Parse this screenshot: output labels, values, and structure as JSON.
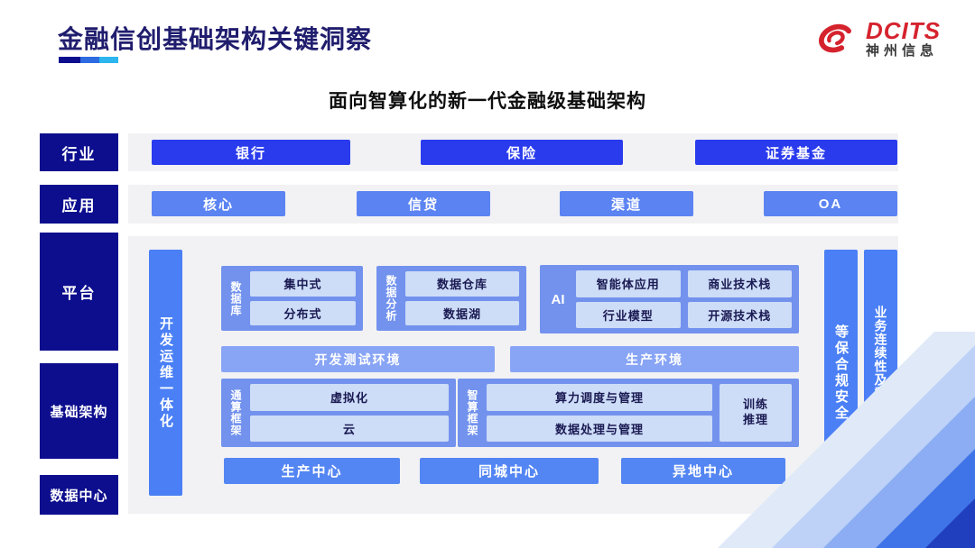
{
  "header": {
    "title": "金融信创基础架构关键洞察",
    "logo": {
      "brand": "DCITS",
      "subbrand": "神州信息"
    },
    "subtitle": "面向智算化的新一代金融级基础架构"
  },
  "palette": {
    "navy_label": "#0d0e8e",
    "strong_blue": "#2a3bee",
    "medium_blue": "#5b83f2",
    "bar_blue": "#4a7ff5",
    "block_blue": "#7292ee",
    "env_blue": "#88a4f5",
    "chip_light": "#cddcf7",
    "panel_gray": "#f2f2f4",
    "brand_red": "#d5232e",
    "title_navy": "#201d6e"
  },
  "rows": {
    "industry": {
      "label": "行业",
      "items": [
        "银行",
        "保险",
        "证券基金"
      ]
    },
    "application": {
      "label": "应用",
      "items": [
        "核心",
        "信贷",
        "渠道",
        "OA"
      ]
    },
    "platform": {
      "label": "平台"
    },
    "infrastructure": {
      "label": "基础架构"
    },
    "datacenter": {
      "label": "数据中心",
      "items": [
        "生产中心",
        "同城中心",
        "异地中心"
      ]
    }
  },
  "verticals": {
    "devops": "开发运维一体化",
    "security": "等保合规安全",
    "continuity": "业务连续性及数据保护"
  },
  "blocks": {
    "database": {
      "label": "数据库",
      "items": [
        "集中式",
        "分布式"
      ]
    },
    "analytics": {
      "label": "数据分析",
      "items": [
        "数据仓库",
        "数据湖"
      ]
    },
    "ai": {
      "label": "AI",
      "items": [
        "智能体应用",
        "行业模型",
        "商业技术栈",
        "开源技术栈"
      ]
    },
    "environments": [
      "开发测试环境",
      "生产环境"
    ],
    "general": {
      "label": "通算框架",
      "items": [
        "虚拟化",
        "云"
      ]
    },
    "intelligent": {
      "label": "智算框架",
      "items": [
        "算力调度与管理",
        "数据处理与管理"
      ],
      "side": [
        "训练",
        "推理"
      ]
    }
  }
}
